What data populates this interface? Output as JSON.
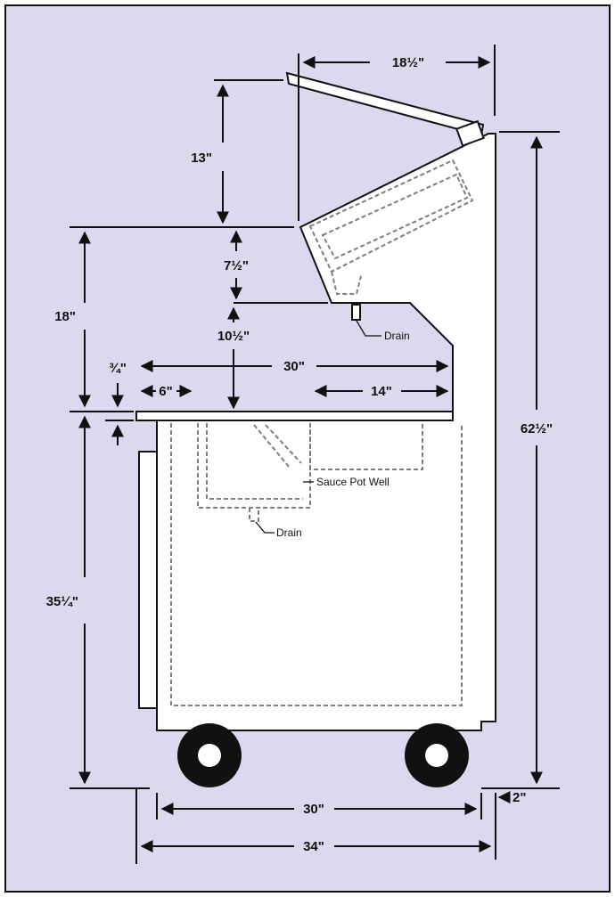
{
  "colors": {
    "background": "#dcd9ee",
    "frame": "#111111",
    "hidden_line": "#7d7d85",
    "body_fill": "#ffffff",
    "wheel": "#111111"
  },
  "dimensions": {
    "lid_depth": "18½\"",
    "lid_height": "13\"",
    "upper_to_pan": "7½\"",
    "pan_to_counter": "10½\"",
    "upper_total": "18\"",
    "counter_thickness": "¾\"",
    "counter_depth": "30\"",
    "left_well": "6\"",
    "right_well": "14\"",
    "total_height": "62½\"",
    "base_height": "35¼\"",
    "wheel_span": "30\"",
    "overall_depth": "34\"",
    "rear_offset": "2\""
  },
  "labels": {
    "drain_top": "Drain",
    "sauce_pot_well": "Sauce Pot Well",
    "drain_bottom": "Drain"
  }
}
